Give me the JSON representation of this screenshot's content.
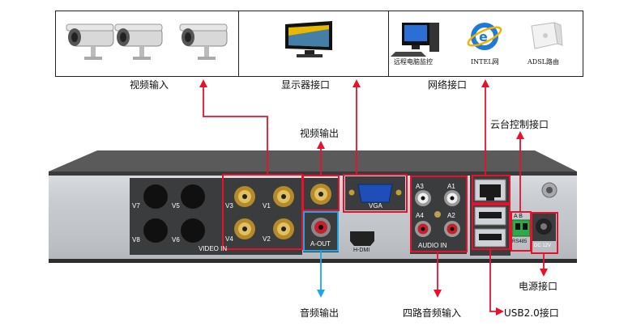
{
  "top_panel": {
    "cell_labels": {
      "remote_monitor": "远程电脑监控",
      "intel_net": "INTEL网",
      "adsl_router": "ADSL路由"
    }
  },
  "callouts": {
    "video_in": "视频输入",
    "display": "显示器接口",
    "network": "网络接口",
    "video_out": "视频输出",
    "ptz": "云台控制接口",
    "power": "电源接口",
    "audio_out": "音频输出",
    "four_audio_in": "四路音频输入",
    "usb": "USB2.0接口"
  },
  "panel_labels": {
    "v7": "V7",
    "v5": "V5",
    "v8": "V8",
    "v6": "V6",
    "v3": "V3",
    "v1": "V1",
    "v4": "V4",
    "v2": "V2",
    "video_in": "VIDEO IN",
    "a_out": "A-OUT",
    "vga": "VGA",
    "hdmi": "H-DMI",
    "a3": "A3",
    "a1": "A1",
    "a4": "A4",
    "a2": "A2",
    "audio_in": "AUDIO IN",
    "a_b": "A  B",
    "rs485": "RS485",
    "dc12v": "DC 12V"
  },
  "colors": {
    "callout_red": "#e8112d",
    "callout_cyan": "#1aa7e8"
  }
}
